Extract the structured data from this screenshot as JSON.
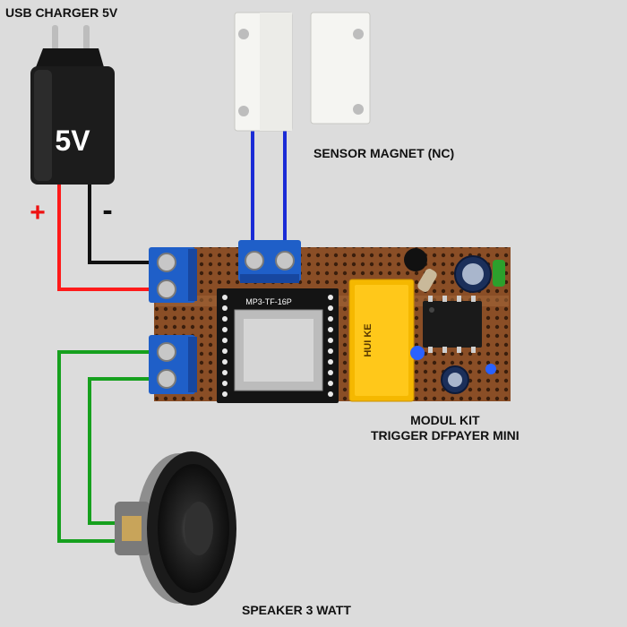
{
  "labels": {
    "usb_charger": "USB CHARGER 5V",
    "charger_voltage": "5V",
    "plus": "+",
    "minus": "-",
    "sensor": "SENSOR MAGNET (NC)",
    "modul_line1": "MODUL KIT",
    "modul_line2": "TRIGGER DFPAYER MINI",
    "speaker": "SPEAKER 3 WATT",
    "mp3_module": "MP3-TF-16P",
    "relay_text": "HUI KE"
  },
  "colors": {
    "background": "#dcdcdc",
    "wire_positive": "#ff1a1a",
    "wire_negative": "#111111",
    "wire_sensor": "#1a2bd6",
    "wire_speaker": "#16a01e",
    "terminal_blue": "#1f5fc8",
    "pcb_brown": "#8a4e26",
    "relay_yellow": "#f5b800",
    "plus_red": "#ee1111"
  }
}
